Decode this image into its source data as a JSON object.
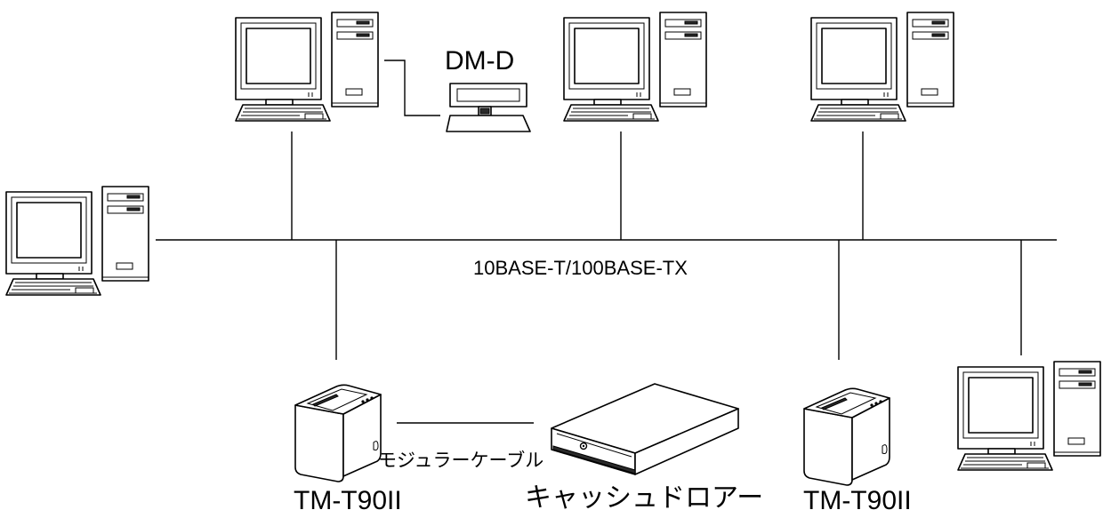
{
  "network": {
    "label": "10BASE-T/100BASE-TX"
  },
  "devices": {
    "dm_d_label": "DM-D",
    "printer_left_label": "TM-T90II",
    "cash_drawer_label": "キャッシュドロアー",
    "printer_right_label": "TM-T90II",
    "modular_cable_label": "モジュラーケーブル"
  }
}
